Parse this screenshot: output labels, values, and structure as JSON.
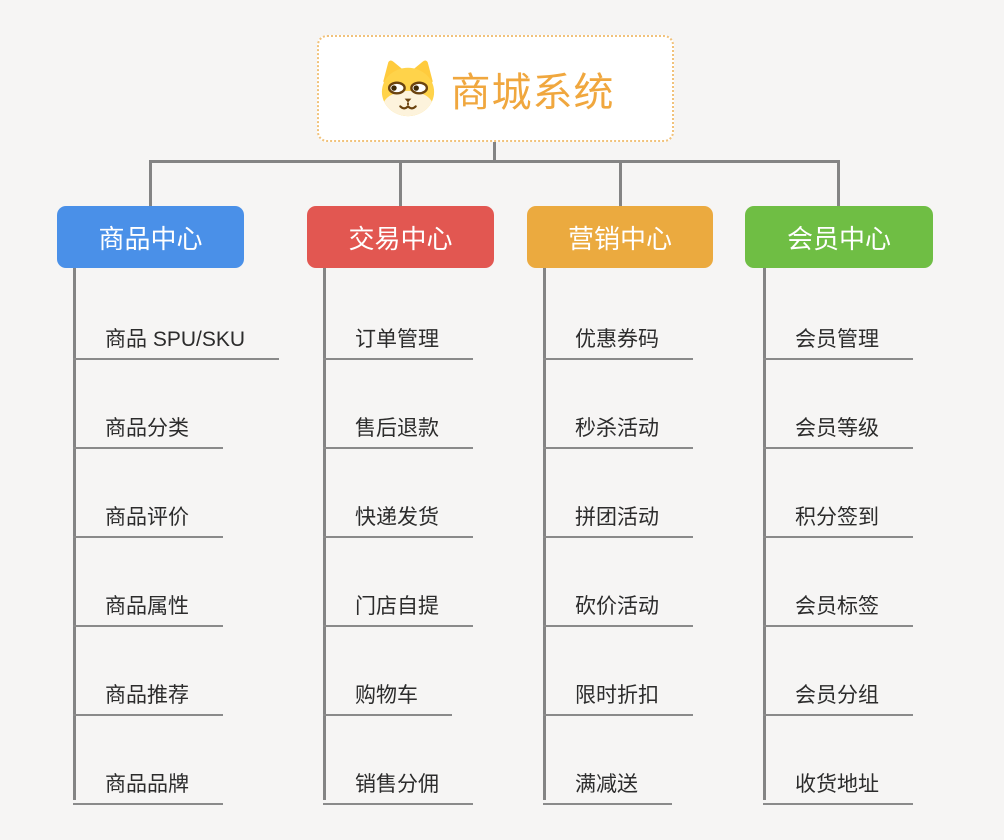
{
  "background_color": "#F6F5F4",
  "connector_color": "#848484",
  "leaf_line_color": "#8A8A8A",
  "root": {
    "title": "商城系统",
    "title_color": "#F0A73E",
    "border_color": "#F1C27B",
    "icon": "dog-face-icon"
  },
  "branches": [
    {
      "label": "商品中心",
      "color": "#4A90E8",
      "children": [
        "商品 SPU/SKU",
        "商品分类",
        "商品评价",
        "商品属性",
        "商品推荐",
        "商品品牌"
      ]
    },
    {
      "label": "交易中心",
      "color": "#E25751",
      "children": [
        "订单管理",
        "售后退款",
        "快递发货",
        "门店自提",
        "购物车",
        "销售分佣"
      ]
    },
    {
      "label": "营销中心",
      "color": "#EBAA3F",
      "children": [
        "优惠券码",
        "秒杀活动",
        "拼团活动",
        "砍价活动",
        "限时折扣",
        "满减送"
      ]
    },
    {
      "label": "会员中心",
      "color": "#6FBE44",
      "children": [
        "会员管理",
        "会员等级",
        "积分签到",
        "会员标签",
        "会员分组",
        "收货地址"
      ]
    }
  ]
}
